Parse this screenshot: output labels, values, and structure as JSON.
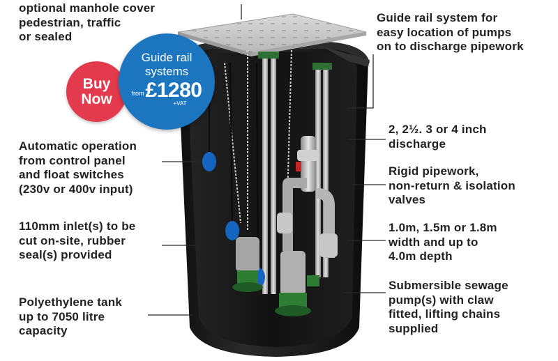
{
  "labels": {
    "manhole": [
      "optional manhole cover",
      "pedestrian, traffic",
      "or sealed"
    ],
    "guide_rail": [
      "Guide rail system for",
      "easy location of pumps",
      "on to discharge pipework"
    ],
    "discharge": [
      "2, 2½. 3 or 4 inch",
      "discharge"
    ],
    "pipework": [
      "Rigid pipework,",
      "non-return & isolation",
      "valves"
    ],
    "dimensions": [
      "1.0m, 1.5m or 1.8m",
      "width and up to",
      "4.0m depth"
    ],
    "pump": [
      "Submersible sewage",
      "pump(s) with claw",
      "fitted, lifting chains",
      "supplied"
    ],
    "automatic": [
      "Automatic operation",
      "from control panel",
      "and float switches",
      "(230v or 400v input)"
    ],
    "inlet": [
      "110mm inlet(s) to be",
      "cut on-site, rubber",
      "seal(s) provided"
    ],
    "tank": [
      "Polyethylene tank",
      "up to 7050 litre",
      "capacity"
    ]
  },
  "buy_badge": {
    "line1": "Buy",
    "line2": "Now"
  },
  "price_badge": {
    "title1": "Guide rail",
    "title2": "systems",
    "from": "from",
    "price": "£1280",
    "vat": "+VAT"
  },
  "colors": {
    "buy_red": "#e43a4d",
    "price_blue": "#1c76bf",
    "tank_black": "#1b1b1b",
    "pump_green": "#2e7d35",
    "float_blue": "#1565c0"
  }
}
